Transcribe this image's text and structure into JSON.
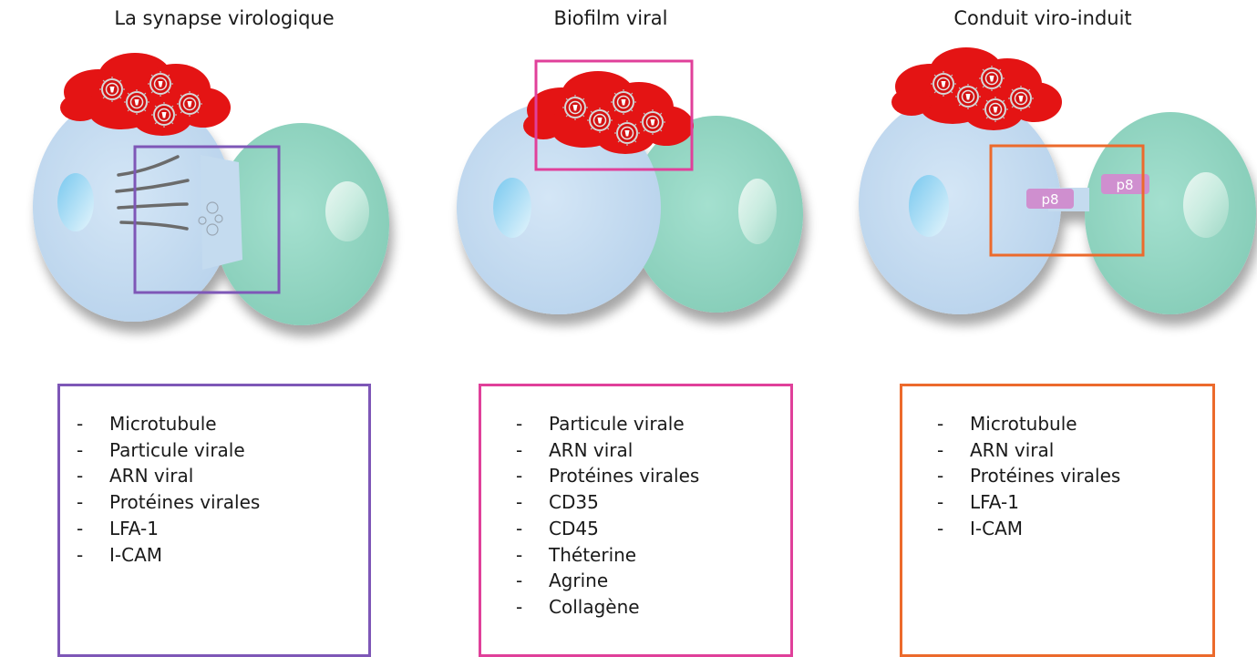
{
  "panels": [
    {
      "title": "La synapse virologique",
      "label_chip": "",
      "items": [
        "Microtubule",
        "Particule virale",
        "ARN viral",
        "Protéines virales",
        "LFA-1",
        "I-CAM"
      ],
      "frame_color": "#7e57b7"
    },
    {
      "title": "Biofilm viral",
      "items": [
        "Particule virale",
        "ARN viral",
        "Protéines virales",
        "CD35",
        "CD45",
        "Théterine",
        "Agrine",
        "Collagène"
      ],
      "frame_color": "#e0409a"
    },
    {
      "title": "Conduit viro-induit",
      "chips": [
        "p8",
        "p8"
      ],
      "items": [
        "Microtubule",
        "ARN viral",
        "Protéines virales",
        "LFA-1",
        "I-CAM"
      ],
      "frame_color": "#ec6a2c"
    }
  ],
  "list_marker": "-",
  "colors": {
    "infected_cell": "#c2dbf0",
    "target_cell": "#95d9c5",
    "nucleus": "#a9d8f0",
    "virus_cluster": "#e41414",
    "chip": "#cf8fcf"
  },
  "icons": [
    "virus-particle-icon",
    "microtubule-icon"
  ]
}
